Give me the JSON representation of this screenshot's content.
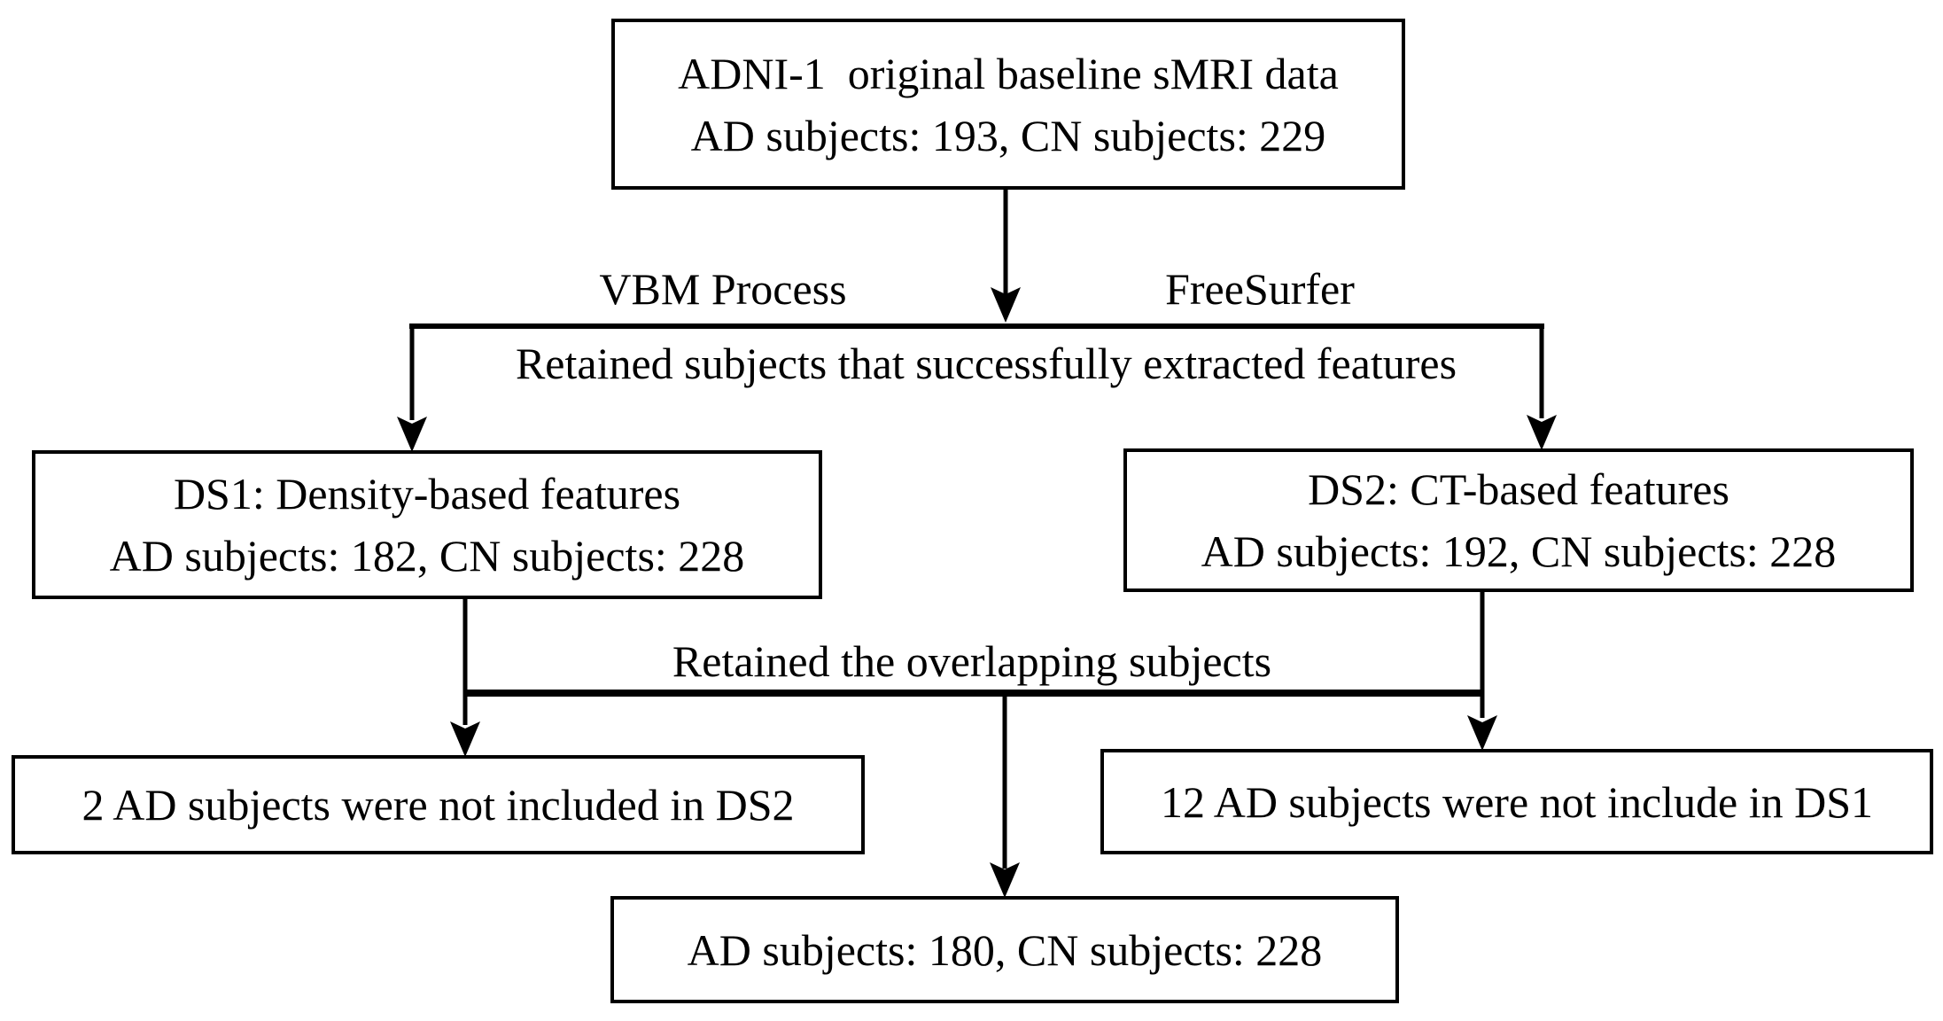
{
  "diagram": {
    "nodes": {
      "source": {
        "lines": [
          "ADNI-1  original baseline sMRI data",
          "AD subjects: 193, CN subjects: 229"
        ]
      },
      "ds1": {
        "lines": [
          "DS1: Density-based features",
          "AD subjects: 182, CN subjects: 228"
        ]
      },
      "ds2": {
        "lines": [
          "DS2: CT-based features",
          "AD subjects: 192, CN subjects: 228"
        ]
      },
      "excluded_from_ds2": {
        "lines": [
          "2 AD subjects were not included in DS2"
        ]
      },
      "excluded_from_ds1": {
        "lines": [
          "12 AD subjects were not include in DS1"
        ]
      },
      "final": {
        "lines": [
          "AD subjects: 180, CN subjects: 228"
        ]
      }
    },
    "labels": {
      "vbm": "VBM Process",
      "freesurfer": "FreeSurfer",
      "retain_features": "Retained subjects that successfully extracted features",
      "retain_overlap": "Retained the overlapping subjects"
    },
    "colors": {
      "line": "#000000",
      "border": "#000000",
      "text": "#000000",
      "background": "#ffffff"
    }
  }
}
